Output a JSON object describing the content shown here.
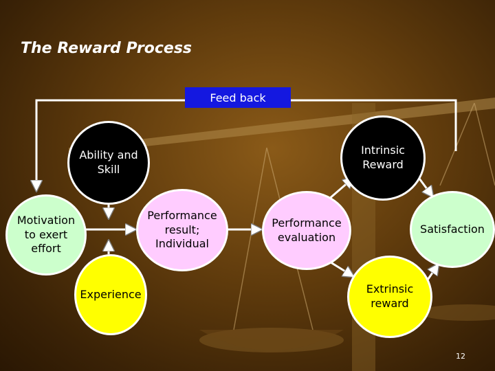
{
  "title": "The Reward Process",
  "feedback_label": "Feed back",
  "nodes": {
    "ability": "Ability and Skill",
    "motivation": "Motivation to exert effort",
    "performance_result": "Performance result; Individual",
    "experience": "Experience",
    "performance_evaluation": "Performance evaluation",
    "intrinsic_reward": "Intrinsic Reward",
    "extrinsic_reward": "Extrinsic reward",
    "satisfaction": "Satisfaction"
  },
  "colors": {
    "black_node": "#000000",
    "green_node": "#ccffcc",
    "pink_node": "#ffccff",
    "yellow_node": "#ffff00",
    "feedback_box": "#1418e0",
    "arrow": "#ffffff"
  },
  "page_number": "12"
}
